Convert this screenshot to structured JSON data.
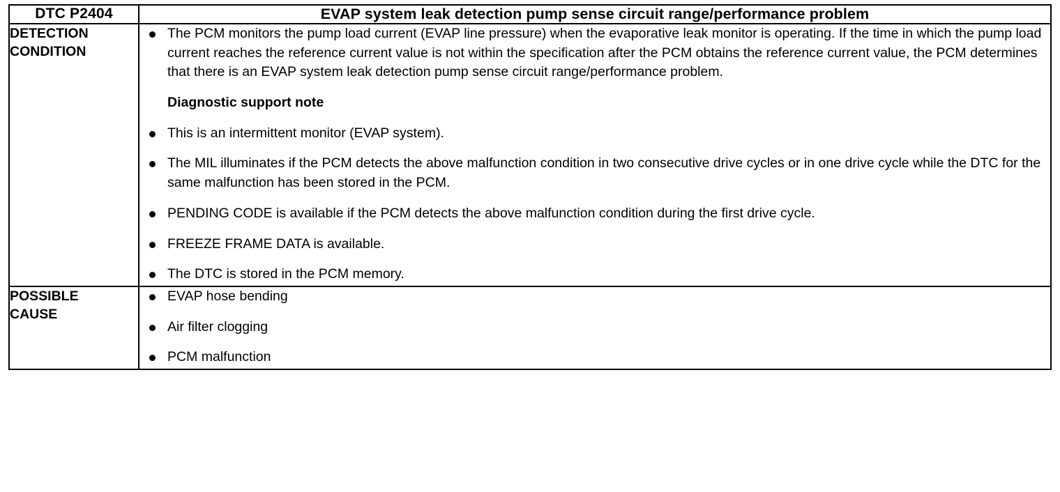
{
  "table": {
    "header": {
      "dtc_code": "DTC P2404",
      "title": "EVAP system leak detection pump sense circuit range/performance problem"
    },
    "rows": [
      {
        "label": "DETECTION\nCONDITION",
        "label_line1": "DETECTION",
        "label_line2": "CONDITION",
        "items": [
          {
            "type": "bullet",
            "text": "The PCM monitors the pump load current (EVAP line pressure) when the evaporative leak monitor is operating. If the time in which the pump load current reaches the reference current value is not within the specification after the PCM obtains the reference current value, the PCM determines that there is an EVAP system leak detection pump sense circuit range/performance problem."
          },
          {
            "type": "heading",
            "text": "Diagnostic support note"
          },
          {
            "type": "bullet",
            "text": "This is an intermittent monitor (EVAP system)."
          },
          {
            "type": "bullet",
            "text": "The MIL illuminates if the PCM detects the above malfunction condition in two consecutive drive cycles or in one drive cycle while the DTC for the same malfunction has been stored in the PCM."
          },
          {
            "type": "bullet",
            "text": "PENDING CODE is available if the PCM detects the above malfunction condition during the first drive cycle."
          },
          {
            "type": "bullet",
            "text": "FREEZE FRAME DATA is available."
          },
          {
            "type": "bullet",
            "text": "The DTC is stored in the PCM memory."
          }
        ]
      },
      {
        "label_line1": "POSSIBLE",
        "label_line2": "CAUSE",
        "items": [
          {
            "type": "bullet",
            "text": "EVAP hose bending"
          },
          {
            "type": "bullet",
            "text": "Air filter clogging"
          },
          {
            "type": "bullet",
            "text": "PCM malfunction"
          }
        ]
      }
    ]
  }
}
